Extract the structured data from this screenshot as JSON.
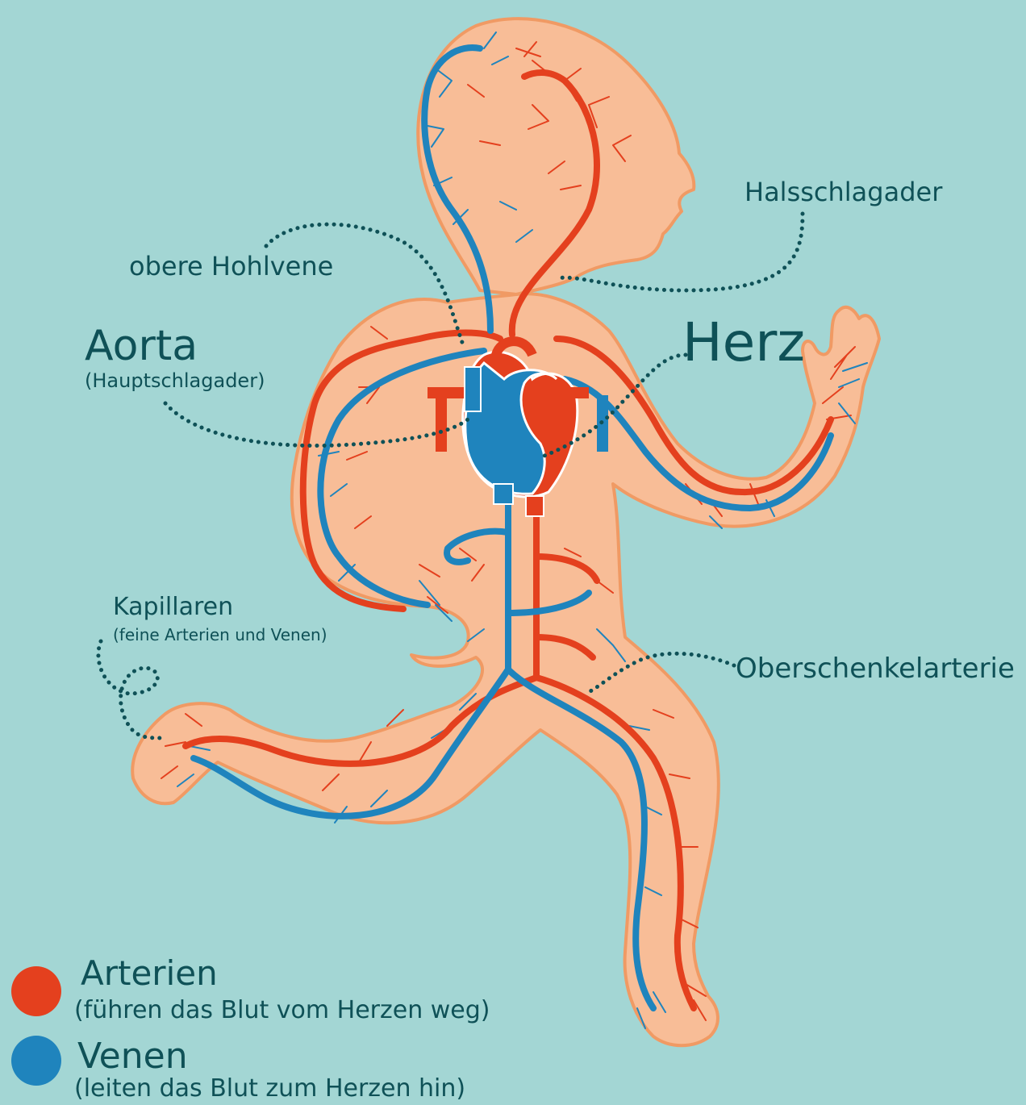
{
  "colors": {
    "background": "#a3d6d4",
    "body": "#f8bd97",
    "body_outline": "#f09a64",
    "artery": "#e4401e",
    "vein": "#1f84bd",
    "label_text": "#0f5157"
  },
  "labels": {
    "halsschlagader": "Halsschlagader",
    "obere_hohlvene": "obere Hohlvene",
    "aorta": "Aorta",
    "aorta_sub": "(Hauptschlagader)",
    "herz": "Herz",
    "kapillaren": "Kapillaren",
    "kapillaren_sub": "(feine Arterien und Venen)",
    "oberschenkelarterie": "Oberschenkelarterie"
  },
  "legend": {
    "arterien": {
      "title": "Arterien",
      "desc": "(führen das Blut vom Herzen weg)",
      "color": "#e4401e"
    },
    "venen": {
      "title": "Venen",
      "desc": "(leiten das Blut zum Herzen hin)",
      "color": "#1f84bd"
    }
  }
}
